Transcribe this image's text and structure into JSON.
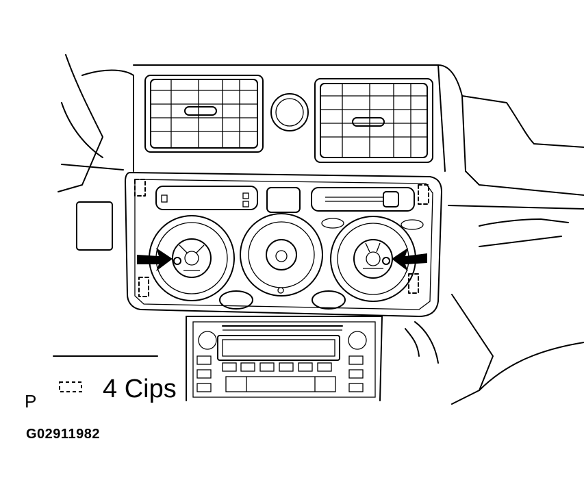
{
  "legend": {
    "symbol": "dashed-clip-icon",
    "text": "4 Cips"
  },
  "view_letter": "P",
  "figure_code": "G02911982"
}
